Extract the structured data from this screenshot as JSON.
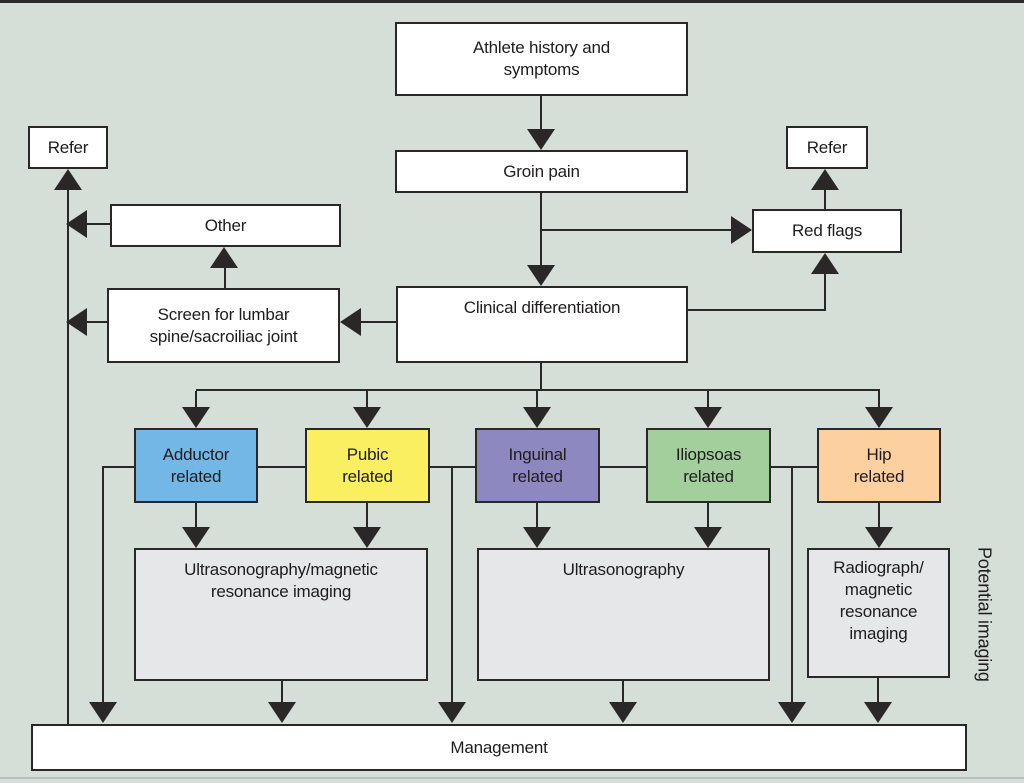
{
  "figure": {
    "side_label": "Potential imaging"
  },
  "nodes": {
    "athlete_history": {
      "label": "Athlete history and\nsymptoms"
    },
    "groin_pain": {
      "label": "Groin pain"
    },
    "refer_left": {
      "label": "Refer"
    },
    "refer_right": {
      "label": "Refer"
    },
    "other": {
      "label": "Other"
    },
    "red_flags": {
      "label": "Red flags"
    },
    "screen_lumbar": {
      "label": "Screen for lumbar\nspine/sacroiliac joint"
    },
    "clinical_differentiation": {
      "label": "Clinical differentiation"
    },
    "adductor": {
      "label": "Adductor\nrelated",
      "color": "#73b7e6"
    },
    "pubic": {
      "label": "Pubic\nrelated",
      "color": "#f9ef60"
    },
    "inguinal": {
      "label": "Inguinal\nrelated",
      "color": "#8e88c1"
    },
    "iliopsoas": {
      "label": "Iliopsoas\nrelated",
      "color": "#a2cf9b"
    },
    "hip": {
      "label": "Hip\nrelated",
      "color": "#fcd09f"
    },
    "imaging_adductor_pubic": {
      "label": "Ultrasonography/magnetic\nresonance imaging",
      "color": "#e6e7e9"
    },
    "imaging_inguinal_iliopsoas": {
      "label": "Ultrasonography",
      "color": "#e6e7e9"
    },
    "imaging_hip": {
      "label": "Radiograph/\nmagnetic\nresonance\nimaging",
      "color": "#e6e7e9"
    },
    "management": {
      "label": "Management"
    }
  },
  "colors": {
    "background": "#d6ded8",
    "line": "#292728",
    "box_border": "#292728",
    "text": "#1e1c1d",
    "white_box": "#ffffff",
    "imaging_box": "#e6e7e9"
  }
}
